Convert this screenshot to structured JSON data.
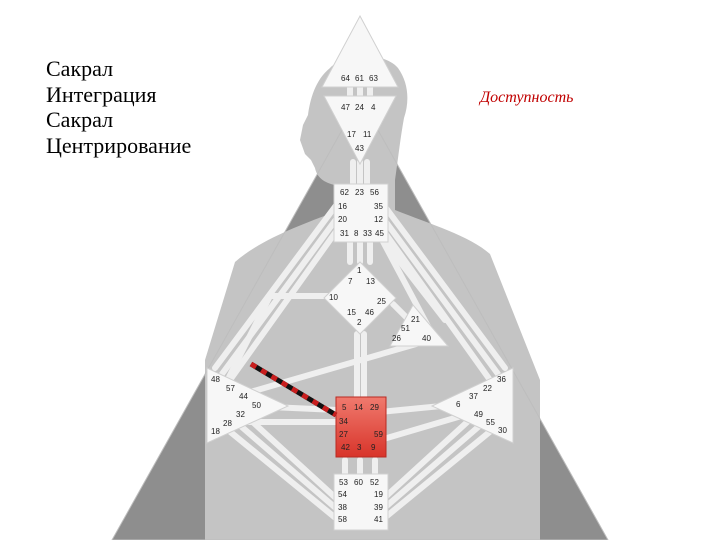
{
  "heading_lines": [
    "Сакрал",
    "Интеграция",
    "Сакрал",
    "Центрирование"
  ],
  "availability_label": "Доступность",
  "colors": {
    "background_triangle": "#8e8e8e",
    "silhouette": "#c4c4c4",
    "channels": "#efefef",
    "centers": "#f7f7f7",
    "sacral_defined": "#e0453a",
    "highlight_dash_red": "#c81e1e",
    "highlight_dash_black": "#111111",
    "availability_text": "#c00000"
  },
  "centers": {
    "head": {
      "gates": [
        "64",
        "61",
        "63"
      ]
    },
    "ajna": {
      "gates": [
        "47",
        "24",
        "4",
        "17",
        "11",
        "43"
      ]
    },
    "throat": {
      "gates": [
        "62",
        "23",
        "56",
        "16",
        "35",
        "20",
        "12",
        "31",
        "8",
        "33",
        "45"
      ]
    },
    "g": {
      "gates": [
        "1",
        "7",
        "13",
        "10",
        "25",
        "15",
        "46",
        "2"
      ]
    },
    "ego": {
      "gates": [
        "21",
        "51",
        "26",
        "40"
      ]
    },
    "spleen": {
      "gates": [
        "48",
        "57",
        "44",
        "50",
        "32",
        "28",
        "18"
      ]
    },
    "solar_plexus": {
      "gates": [
        "36",
        "22",
        "37",
        "6",
        "49",
        "55",
        "30"
      ]
    },
    "sacral": {
      "gates": [
        "5",
        "14",
        "29",
        "34",
        "27",
        "59",
        "42",
        "3",
        "9"
      ]
    },
    "root": {
      "gates": [
        "53",
        "60",
        "52",
        "54",
        "19",
        "38",
        "39",
        "58",
        "41"
      ]
    }
  },
  "highlighted_channel": {
    "from_gate": "57",
    "to_gate": "34"
  }
}
